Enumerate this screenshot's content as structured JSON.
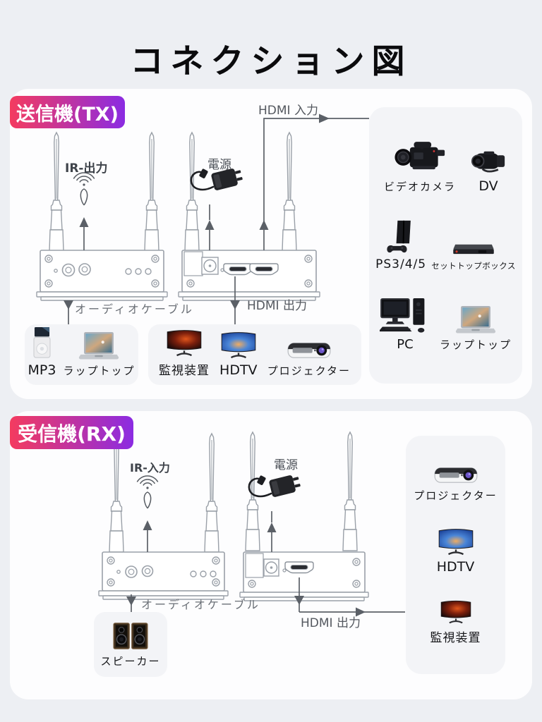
{
  "page": {
    "title": "コネクション図"
  },
  "colors": {
    "page_bg": "#edeff3",
    "section_bg": "#fdfdfe",
    "box_bg": "#f3f4f7",
    "badge_from": "#f43b5f",
    "badge_to": "#8b2be2",
    "label": "#54585f",
    "dark_label": "#3e434a",
    "line": "#5b6067",
    "art": "#9aa0a8"
  },
  "tx": {
    "badge": "送信機(TX)",
    "hdmi_in_label": "HDMI 入力",
    "ir_out_label": "IR-出力",
    "power_label": "電源",
    "audio_cable_label": "オーディオケーブル",
    "hdmi_out_label": "HDMI 出力",
    "audio_box": {
      "items": [
        {
          "icon": "mp3-player-icon",
          "label": "MP3"
        },
        {
          "icon": "laptop-icon",
          "label": "ラップトップ"
        }
      ]
    },
    "display_box": {
      "items": [
        {
          "icon": "surveillance-monitor-icon",
          "label": "監視装置"
        },
        {
          "icon": "hdtv-icon",
          "label": "HDTV"
        },
        {
          "icon": "projector-icon",
          "label": "プロジェクター"
        }
      ]
    },
    "source_panel": {
      "items": [
        {
          "icon": "video-camera-icon",
          "label": "ビデオカメラ"
        },
        {
          "icon": "dv-camcorder-icon",
          "label": "DV"
        },
        {
          "icon": "playstation-icon",
          "label": "PS3/4/5"
        },
        {
          "icon": "set-top-box-icon",
          "label": "セットトップボックス"
        },
        {
          "icon": "desktop-pc-icon",
          "label": "PC"
        },
        {
          "icon": "laptop-icon",
          "label": "ラップトップ"
        }
      ]
    }
  },
  "rx": {
    "badge": "受信機(RX)",
    "ir_in_label": "IR-入力",
    "power_label": "電源",
    "audio_cable_label": "オーディオケーブル",
    "hdmi_out_label": "HDMI 出力",
    "speaker_box": {
      "icon": "speakers-icon",
      "label": "スピーカー"
    },
    "display_panel": {
      "items": [
        {
          "icon": "projector-icon",
          "label": "プロジェクター"
        },
        {
          "icon": "hdtv-icon",
          "label": "HDTV"
        },
        {
          "icon": "surveillance-monitor-icon",
          "label": "監視装置"
        }
      ]
    }
  }
}
